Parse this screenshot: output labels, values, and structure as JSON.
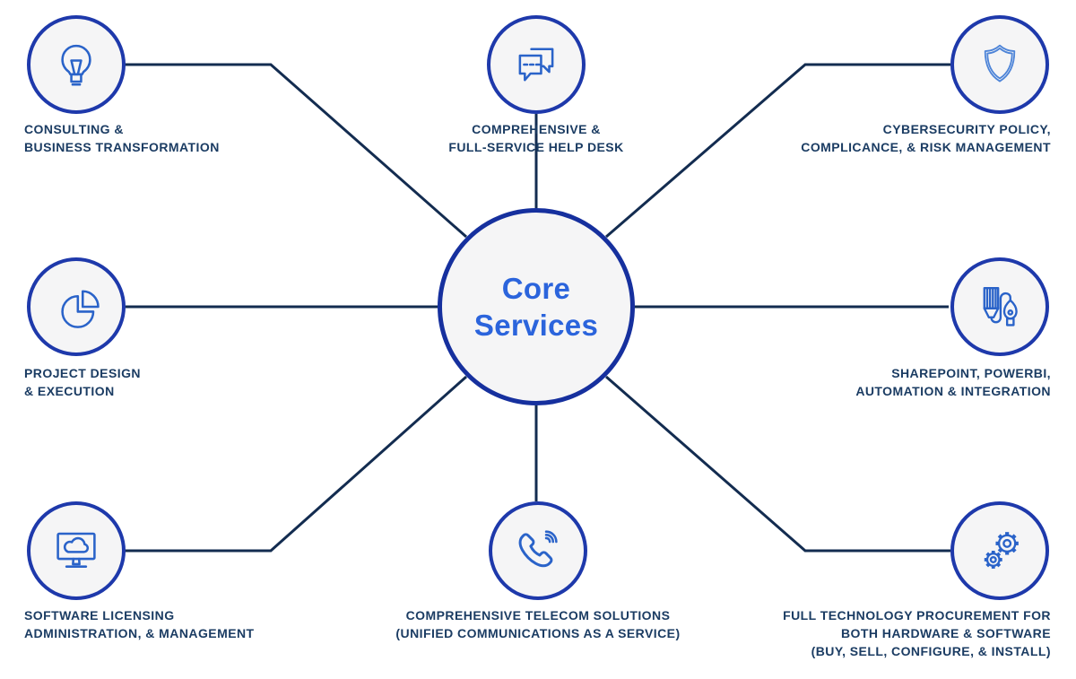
{
  "colors": {
    "background": "#ffffff",
    "circle_border": "#1e39ab",
    "center_border": "#16309e",
    "circle_fill": "#f5f5f6",
    "icon_stroke": "#2a63c9",
    "shield_stroke": "#4d84d8",
    "label_text": "#1b3c63",
    "line": "#132c50",
    "center_text": "#2b64dc"
  },
  "center": {
    "line1": "Core",
    "line2": "Services"
  },
  "nodes": [
    {
      "id": "consulting",
      "icon": "lightbulb-icon",
      "lines": [
        "CONSULTING &",
        "BUSINESS TRANSFORMATION"
      ]
    },
    {
      "id": "help-desk",
      "icon": "chat-bubbles-icon",
      "lines": [
        "COMPREHENSIVE &",
        "FULL-SERVICE HELP DESK"
      ]
    },
    {
      "id": "cybersecurity",
      "icon": "shield-icon",
      "lines": [
        "CYBERSECURITY POLICY,",
        "COMPLICANCE, & RISK MANAGEMENT"
      ]
    },
    {
      "id": "project-design",
      "icon": "pie-chart-icon",
      "lines": [
        "PROJECT DESIGN",
        "& EXECUTION"
      ]
    },
    {
      "id": "sharepoint",
      "icon": "brush-and-pen-icon",
      "lines": [
        "SHAREPOINT, POWERBI,",
        "AUTOMATION & INTEGRATION"
      ]
    },
    {
      "id": "software-licensing",
      "icon": "monitor-cloud-icon",
      "lines": [
        "SOFTWARE LICENSING",
        "ADMINISTRATION, & MANAGEMENT"
      ]
    },
    {
      "id": "telecom",
      "icon": "phone-icon",
      "lines": [
        "COMPREHENSIVE TELECOM SOLUTIONS",
        "(UNIFIED COMMUNICATIONS AS A SERVICE)"
      ]
    },
    {
      "id": "procurement",
      "icon": "gears-icon",
      "lines": [
        "FULL TECHNOLOGY PROCUREMENT FOR",
        "BOTH HARDWARE & SOFTWARE",
        "(BUY, SELL, CONFIGURE, & INSTALL)"
      ]
    }
  ]
}
